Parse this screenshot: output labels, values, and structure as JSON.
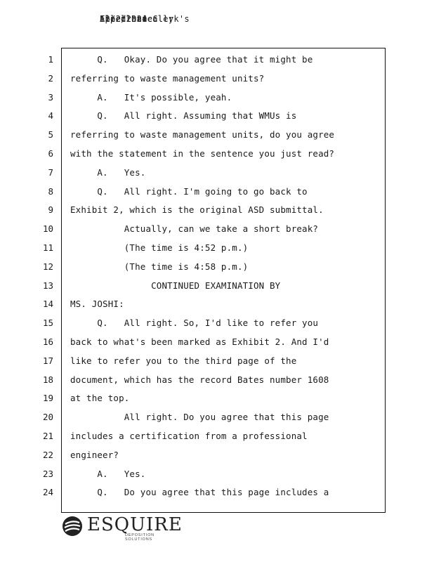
{
  "header": {
    "overlays": [
      "Filed Date:",
      "Electronically",
      "12/2/2024",
      "Appellate Clerk's"
    ]
  },
  "lines": [
    {
      "num": "1",
      "text": "     Q.   Okay. Do you agree that it might be"
    },
    {
      "num": "2",
      "text": "referring to waste management units?"
    },
    {
      "num": "3",
      "text": "     A.   It's possible, yeah."
    },
    {
      "num": "4",
      "text": "     Q.   All right. Assuming that WMUs is"
    },
    {
      "num": "5",
      "text": "referring to waste management units, do you agree"
    },
    {
      "num": "6",
      "text": "with the statement in the sentence you just read?"
    },
    {
      "num": "7",
      "text": "     A.   Yes."
    },
    {
      "num": "8",
      "text": "     Q.   All right. I'm going to go back to"
    },
    {
      "num": "9",
      "text": "Exhibit 2, which is the original ASD submittal."
    },
    {
      "num": "10",
      "text": "          Actually, can we take a short break?"
    },
    {
      "num": "11",
      "text": "          (The time is 4:52 p.m.)"
    },
    {
      "num": "12",
      "text": "          (The time is 4:58 p.m.)"
    },
    {
      "num": "13",
      "text": "               CONTINUED EXAMINATION BY"
    },
    {
      "num": "14",
      "text": "MS. JOSHI:"
    },
    {
      "num": "15",
      "text": "     Q.   All right. So, I'd like to refer you"
    },
    {
      "num": "16",
      "text": "back to what's been marked as Exhibit 2. And I'd"
    },
    {
      "num": "17",
      "text": "like to refer you to the third page of the"
    },
    {
      "num": "18",
      "text": "document, which has the record Bates number 1608"
    },
    {
      "num": "19",
      "text": "at the top."
    },
    {
      "num": "20",
      "text": "          All right. Do you agree that this page"
    },
    {
      "num": "21",
      "text": "includes a certification from a professional"
    },
    {
      "num": "22",
      "text": "engineer?"
    },
    {
      "num": "23",
      "text": "     A.   Yes."
    },
    {
      "num": "24",
      "text": "     Q.   Do you agree that this page includes a"
    }
  ],
  "logo": {
    "word": "ESQUIRE",
    "tagline": "DEPOSITION SOLUTIONS",
    "icon": "esquire-swirl-icon"
  }
}
